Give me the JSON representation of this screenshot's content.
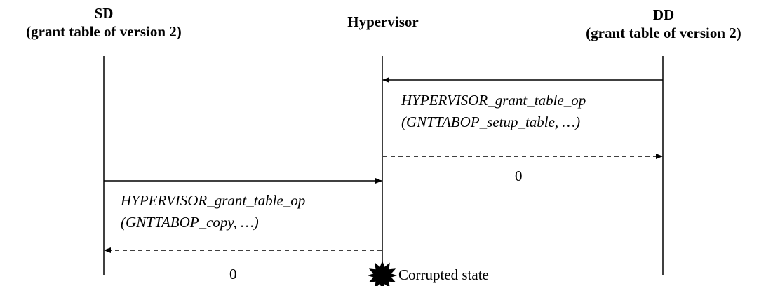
{
  "participants": {
    "sd": {
      "name": "SD",
      "subtitle": "(grant table of version 2)"
    },
    "hypervisor": {
      "name": "Hypervisor"
    },
    "dd": {
      "name": "DD",
      "subtitle": "(grant table of version 2)"
    }
  },
  "messages": [
    {
      "from": "DD",
      "to": "Hypervisor",
      "kind": "call",
      "line1": "HYPERVISOR_grant_table_op",
      "line2": "(GNTTABOP_setup_table, …)"
    },
    {
      "from": "Hypervisor",
      "to": "DD",
      "kind": "return",
      "value": "0"
    },
    {
      "from": "SD",
      "to": "Hypervisor",
      "kind": "call",
      "line1": "HYPERVISOR_grant_table_op",
      "line2": "(GNTTABOP_copy, …)"
    },
    {
      "from": "Hypervisor",
      "to": "SD",
      "kind": "return",
      "value": "0"
    }
  ],
  "annotation": {
    "label": "Corrupted state",
    "icon": "starburst-icon"
  }
}
